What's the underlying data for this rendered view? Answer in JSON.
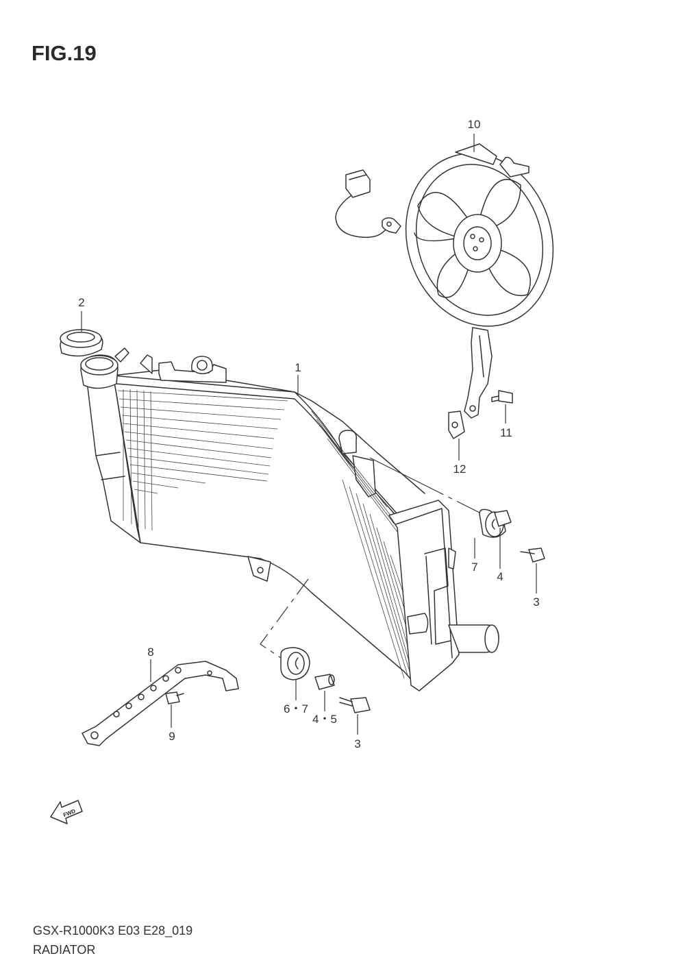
{
  "figure": {
    "title": "FIG.19",
    "model_code": "GSX-R1000K3 E03 E28_019",
    "section_name": "RADIATOR",
    "fwd_label": "FWD"
  },
  "callouts": {
    "p1": "1",
    "p2": "2",
    "p3a": "3",
    "p3b": "3",
    "p4": "4",
    "p45": "4・5",
    "p67": "6・7",
    "p7": "7",
    "p8": "8",
    "p9": "9",
    "p10": "10",
    "p11": "11",
    "p12": "12"
  },
  "icons": {
    "fwd": "fwd-arrow-icon"
  },
  "colors": {
    "line": "#333333",
    "background": "#ffffff"
  }
}
